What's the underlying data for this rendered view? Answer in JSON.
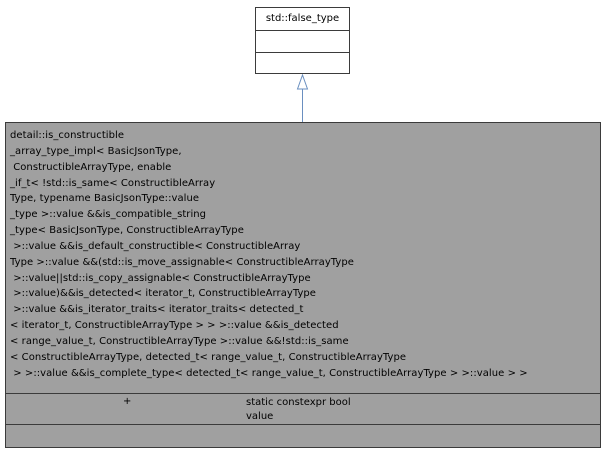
{
  "parent_class": {
    "name": "std::false_type"
  },
  "child_class": {
    "name_lines": [
      "detail::is_constructible",
      "_array_type_impl< BasicJsonType,",
      " ConstructibleArrayType, enable",
      "_if_t< !std::is_same< ConstructibleArray",
      "Type, typename BasicJsonType::value",
      "_type >::value &&is_compatible_string",
      "_type< BasicJsonType, ConstructibleArrayType",
      " >::value &&is_default_constructible< ConstructibleArray",
      "Type >::value &&(std::is_move_assignable< ConstructibleArrayType",
      " >::value||std::is_copy_assignable< ConstructibleArrayType",
      " >::value)&&is_detected< iterator_t, ConstructibleArrayType",
      " >::value &&is_iterator_traits< iterator_traits< detected_t",
      "< iterator_t, ConstructibleArrayType > > >::value &&is_detected",
      "< range_value_t, ConstructibleArrayType >::value &&!std::is_same",
      "< ConstructibleArrayType, detected_t< range_value_t, ConstructibleArrayType",
      " > >::value &&is_complete_type< detected_t< range_value_t, ConstructibleArrayType > >::value > >"
    ],
    "attribute": {
      "visibility": "+",
      "declaration_line1": "static constexpr bool",
      "declaration_line2": "value"
    }
  },
  "colors": {
    "child_fill": "#a0a0a0",
    "border": "#3b3b3b",
    "arrow": "#6a8fc0"
  }
}
